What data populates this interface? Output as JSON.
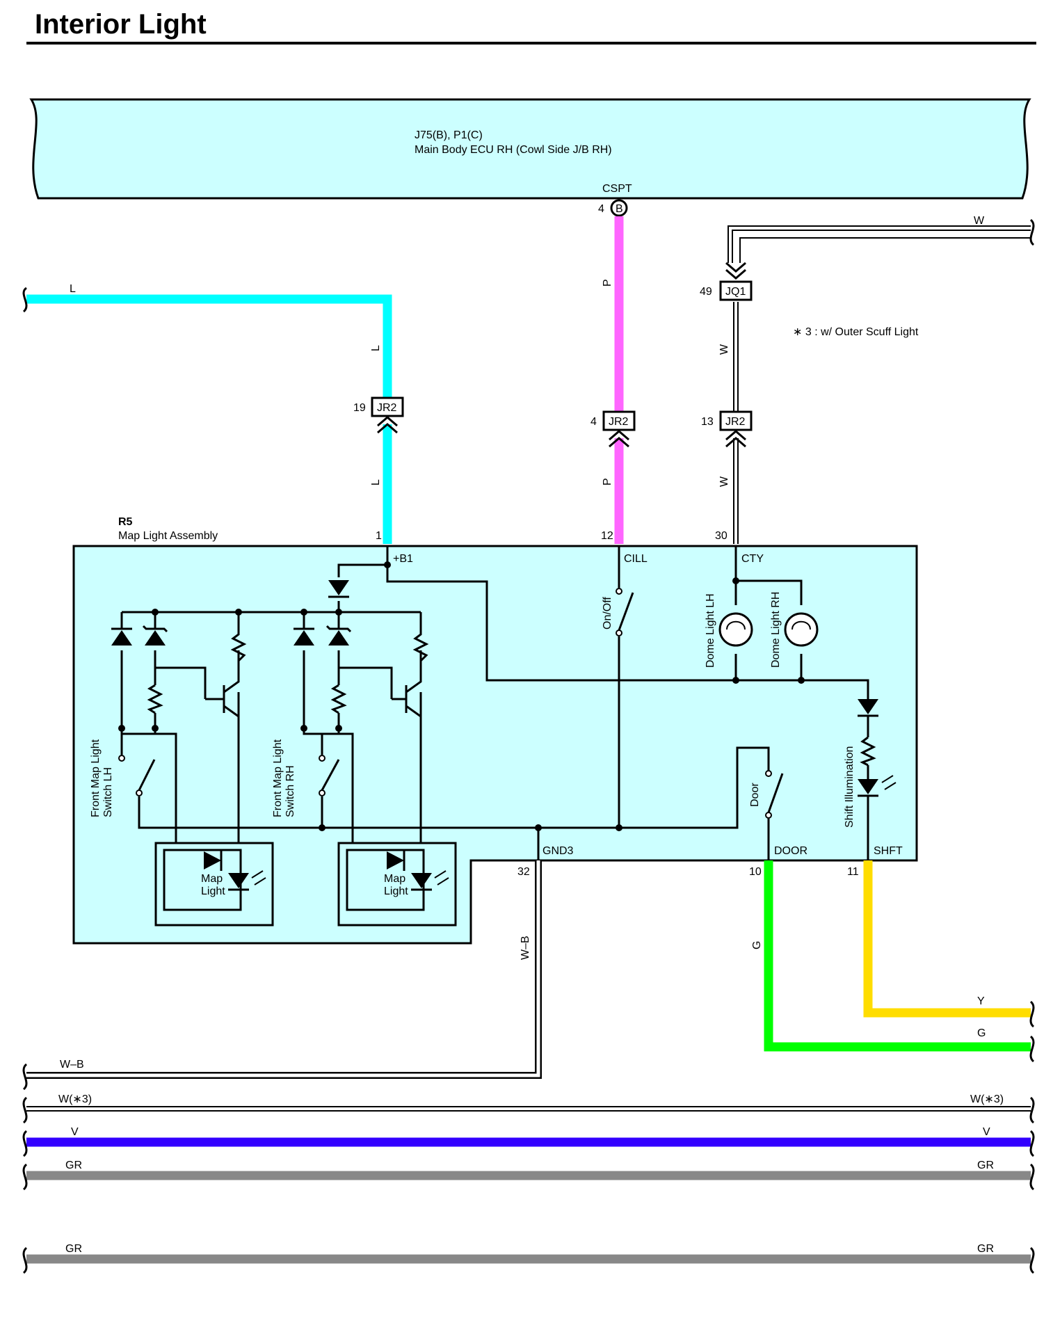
{
  "title": "Interior Light",
  "ecu": {
    "code": "J75(B), P1(C)",
    "name": "Main Body ECU RH (Cowl Side J/B RH)",
    "terminal": "CSPT",
    "pin": "4",
    "pin_marker": "B"
  },
  "assembly": {
    "code": "R5",
    "name": "Map Light Assembly",
    "terminals": {
      "b1": "+B1",
      "cill": "CILL",
      "cty": "CTY",
      "gnd3": "GND3",
      "door": "DOOR",
      "shft": "SHFT"
    },
    "pins": {
      "b1": "1",
      "cill": "12",
      "cty": "30",
      "gnd3": "32",
      "door": "10",
      "shft": "11"
    },
    "components": {
      "on_off": "On/Off",
      "dome_lh": "Dome Light LH",
      "dome_rh": "Dome Light RH",
      "shift_illum": "Shift Illumination",
      "door": "Door",
      "switch_lh": [
        "Front Map Light",
        "Switch LH"
      ],
      "switch_rh": [
        "Front Map Light",
        "Switch RH"
      ],
      "map_light": [
        "Map",
        "Light"
      ]
    }
  },
  "connectors": {
    "jr2_l": {
      "code": "JR2",
      "pin": "19"
    },
    "jr2_p": {
      "code": "JR2",
      "pin": "4"
    },
    "jr2_w": {
      "code": "JR2",
      "pin": "13"
    },
    "jq1": {
      "code": "JQ1",
      "pin": "49"
    }
  },
  "note": "∗ 3 : w/ Outer Scuff Light",
  "wires": {
    "l": "L",
    "p": "P",
    "w": "W",
    "wb": "W–B",
    "g": "G",
    "y": "Y",
    "w3": "W(∗3)",
    "v": "V",
    "gr": "GR"
  },
  "colors": {
    "ecu_fill": "#ccffff",
    "assembly_fill": "#ccffff",
    "wire_l": "#00ffff",
    "wire_p": "#ff66ff",
    "wire_g": "#00ff00",
    "wire_y": "#ffdd00",
    "wire_v": "#3300ff",
    "wire_gr": "#888888"
  }
}
